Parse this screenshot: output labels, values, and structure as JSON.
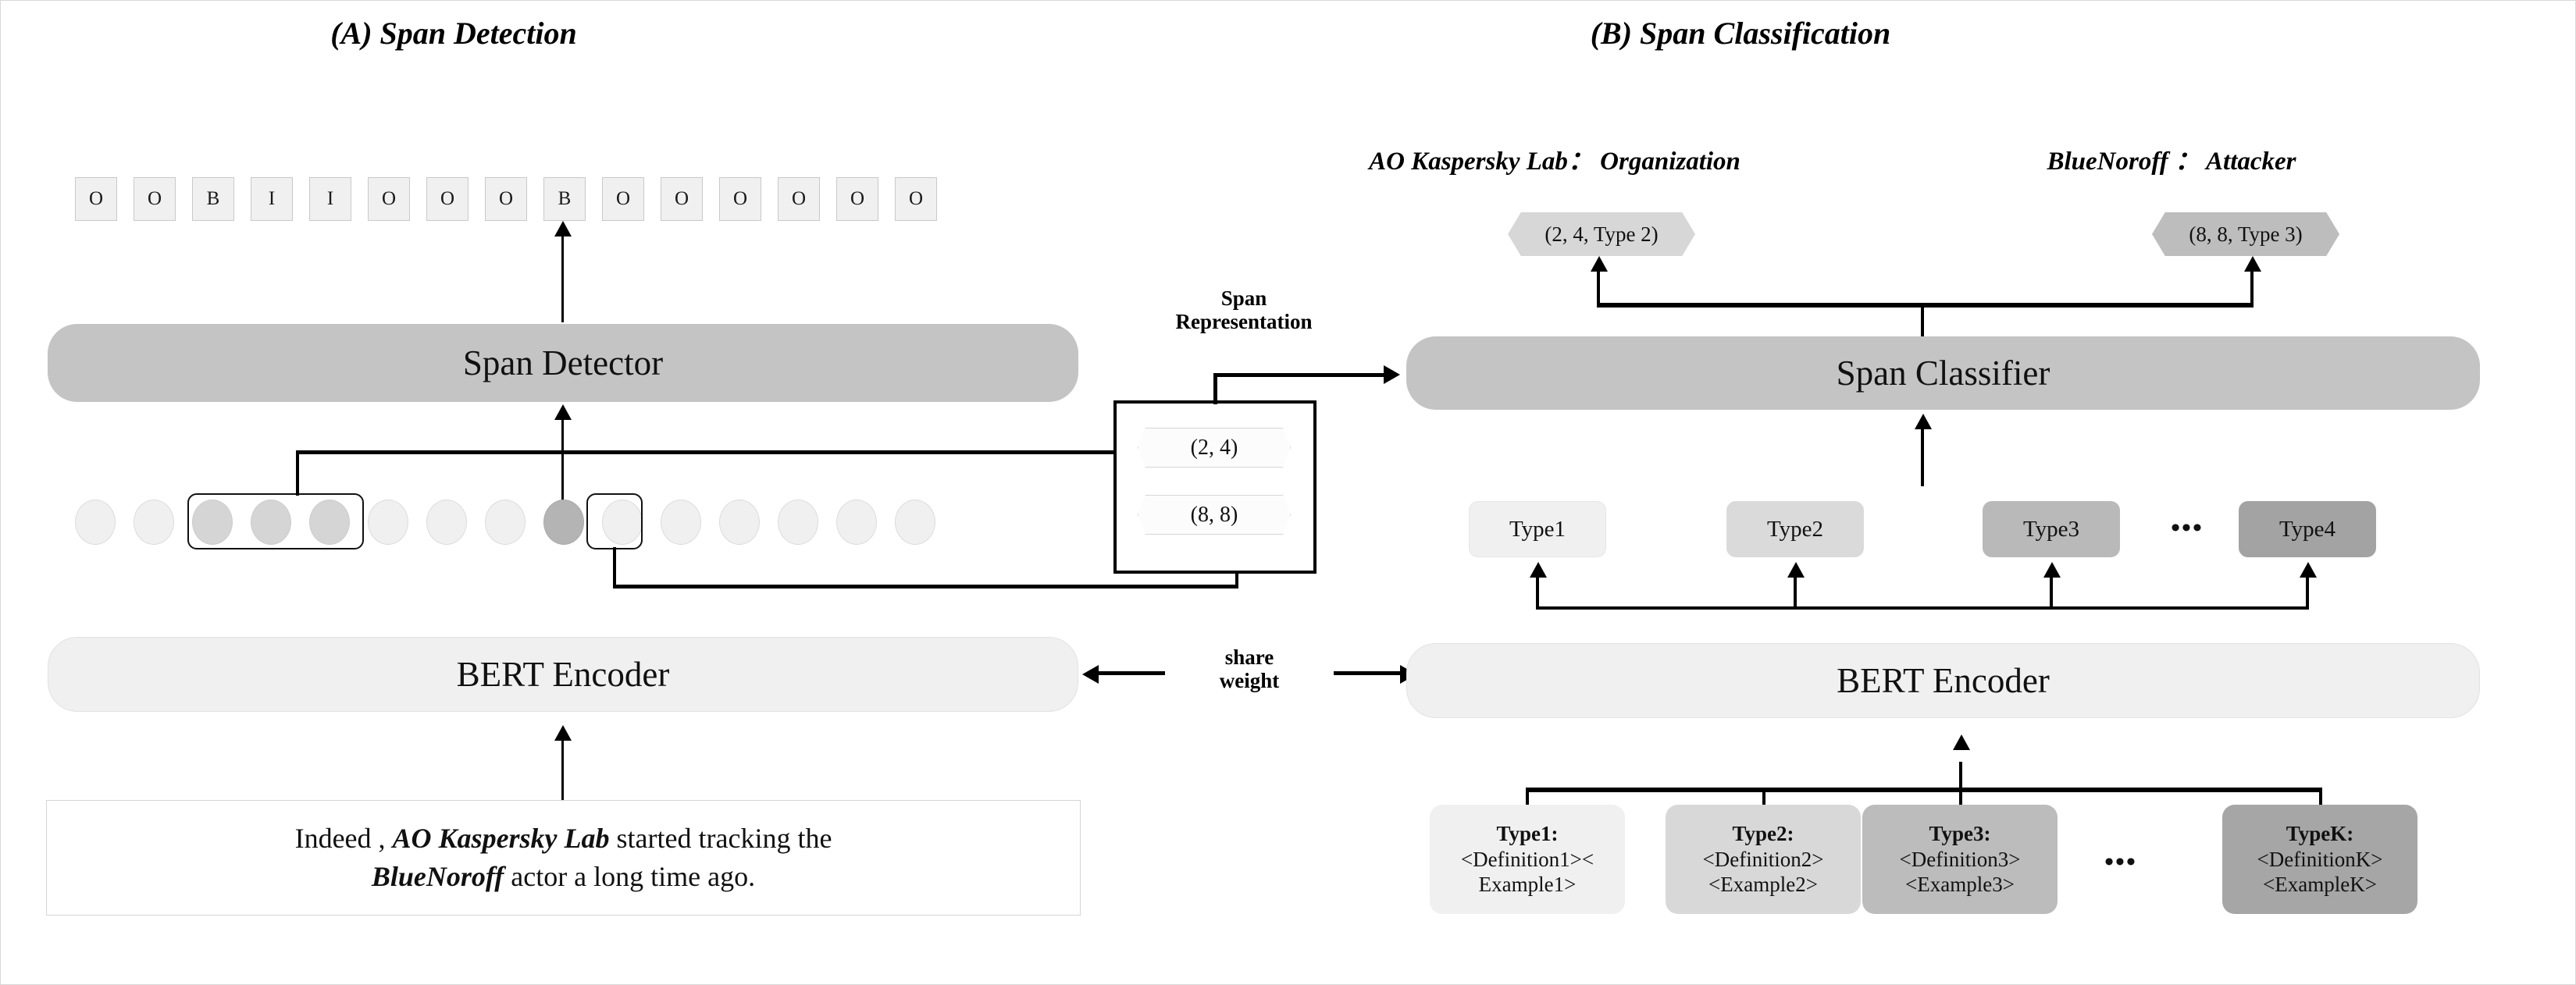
{
  "panels": {
    "a": {
      "title": "(A) Span Detection"
    },
    "b": {
      "title": "(B) Span Classification"
    }
  },
  "span_detection": {
    "bio_tags": [
      "O",
      "O",
      "B",
      "I",
      "I",
      "O",
      "O",
      "O",
      "B",
      "O",
      "O",
      "O",
      "O",
      "O",
      "O"
    ],
    "detector_label": "Span Detector",
    "encoder_label": "BERT Encoder",
    "token_count": 15,
    "highlighted_span_tokens": [
      2,
      3,
      4
    ],
    "single_token_index": 8,
    "sentence": {
      "line1_pre": "Indeed , ",
      "line1_entity": "AO Kaspersky Lab",
      "line1_post": " started tracking the",
      "line2_entity": "BlueNoroff",
      "line2_post": " actor a long time ago."
    }
  },
  "span_representation": {
    "caption_line1": "Span",
    "caption_line2": "Representation",
    "spans": [
      "(2, 4)",
      "(8, 8)"
    ]
  },
  "share_weight": {
    "line1": "share",
    "line2": "weight"
  },
  "span_classification": {
    "entity_labels": [
      "AO Kaspersky Lab： Organization",
      "BlueNoroff ： Attacker"
    ],
    "results": [
      "(2, 4, Type 2)",
      "(8, 8, Type 3)"
    ],
    "classifier_label": "Span Classifier",
    "encoder_label": "BERT Encoder",
    "type_chips": [
      "Type1",
      "Type2",
      "Type3",
      "Type4"
    ],
    "chip_ellipsis": "•••",
    "definition_cards": [
      {
        "title": "Type1:",
        "line1": "<Definition1><",
        "line2": "Example1>"
      },
      {
        "title": "Type2:",
        "line1": "<Definition2>",
        "line2": "<Example2>"
      },
      {
        "title": "Type3:",
        "line1": "<Definition3>",
        "line2": "<Example3>"
      },
      {
        "title": "TypeK:",
        "line1": "<DefinitionK>",
        "line2": "<ExampleK>"
      }
    ],
    "card_ellipsis": "•••"
  },
  "colors": {
    "bar_grey": "#c4c4c4",
    "bar_light": "#f0f0f0",
    "token_light": "#f0f0f0",
    "token_mid": "#d5d5d5",
    "token_dark": "#b4b4b4",
    "line": "#000000"
  }
}
